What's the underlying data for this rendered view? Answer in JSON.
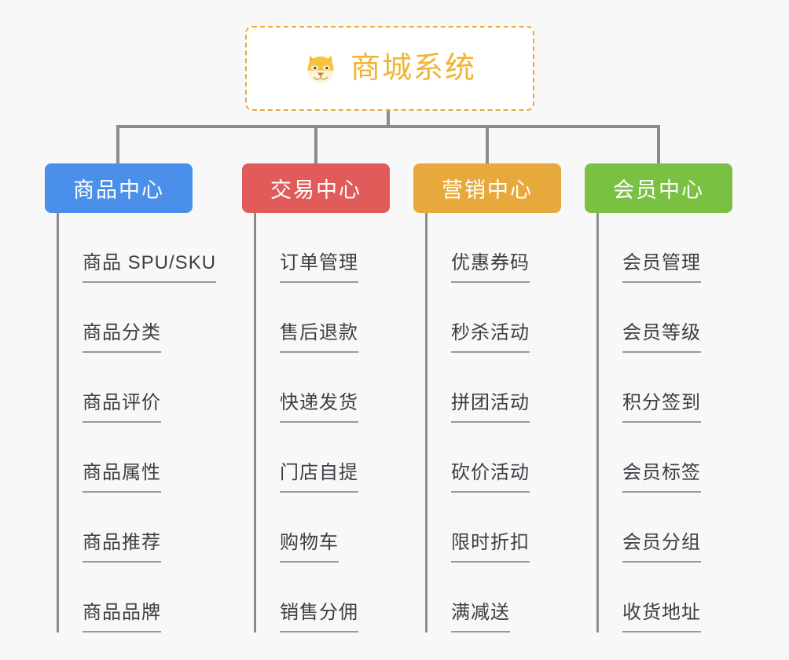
{
  "root": {
    "title": "商城系统",
    "icon": "dog-face-icon",
    "border_color": "#e9a93d",
    "text_color": "#f0b434",
    "background": "#ffffff"
  },
  "canvas": {
    "background": "#f8f8f8",
    "connector_color": "#8c8c8c"
  },
  "columns": [
    {
      "header": "商品中心",
      "color": "#4a90ea",
      "items": [
        "商品 SPU/SKU",
        "商品分类",
        "商品评价",
        "商品属性",
        "商品推荐",
        "商品品牌"
      ]
    },
    {
      "header": "交易中心",
      "color": "#e15b5b",
      "items": [
        "订单管理",
        "售后退款",
        "快递发货",
        "门店自提",
        "购物车",
        "销售分佣"
      ]
    },
    {
      "header": "营销中心",
      "color": "#e8a93c",
      "items": [
        "优惠券码",
        "秒杀活动",
        "拼团活动",
        "砍价活动",
        "限时折扣",
        "满减送"
      ]
    },
    {
      "header": "会员中心",
      "color": "#7ac143",
      "items": [
        "会员管理",
        "会员等级",
        "积分签到",
        "会员标签",
        "会员分组",
        "收货地址"
      ]
    }
  ]
}
